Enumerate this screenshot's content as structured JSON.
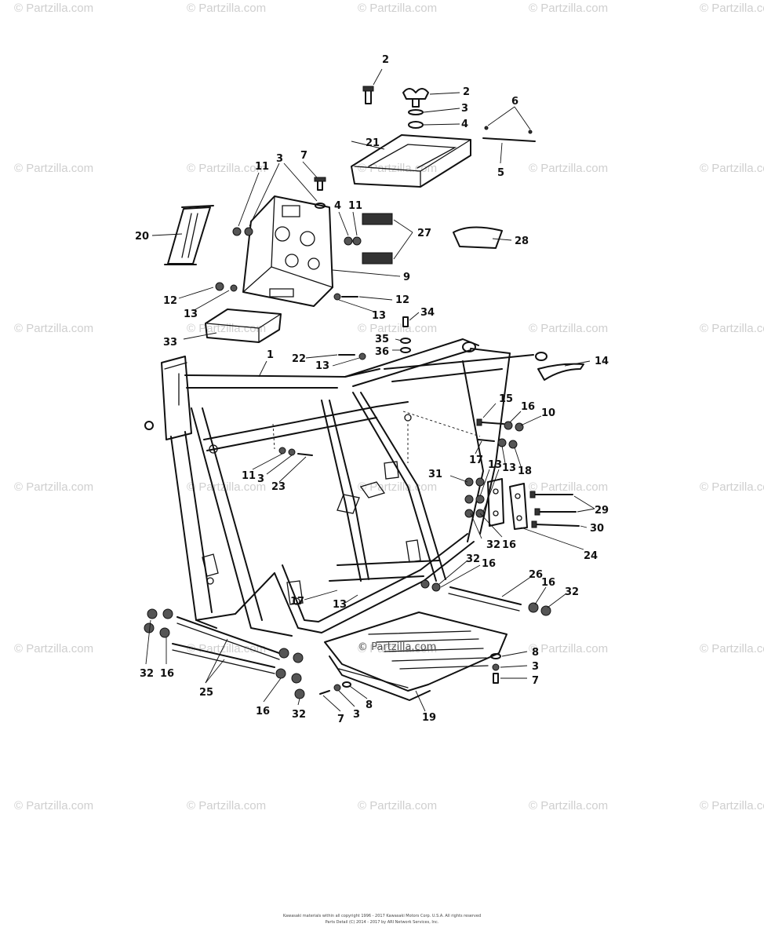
{
  "watermark": "© Partzilla.com",
  "diagram_watermark": "© Partzilla.com",
  "footer": {
    "line1": "Kawasaki materials within all copyright 1996 - 2017 Kawasaki Motors Corp. U.S.A. All rights reserved",
    "line2": "Parts Detail (C) 2014 - 2017 by ARI Network Services, Inc."
  },
  "callouts": [
    "1",
    "2",
    "3",
    "4",
    "5",
    "6",
    "7",
    "8",
    "9",
    "10",
    "11",
    "12",
    "13",
    "14",
    "15",
    "16",
    "17",
    "18",
    "19",
    "20",
    "21",
    "22",
    "23",
    "24",
    "25",
    "26",
    "27",
    "28",
    "29",
    "30",
    "31",
    "32",
    "33",
    "34",
    "35",
    "36"
  ]
}
